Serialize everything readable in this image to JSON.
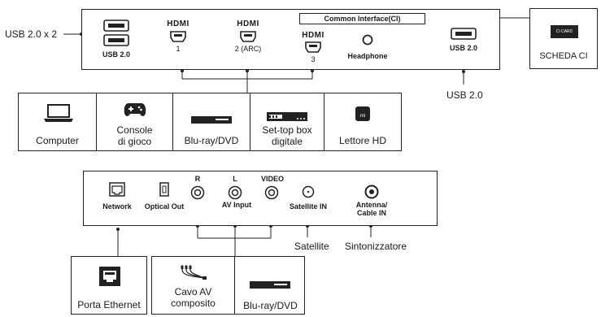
{
  "top_panel": {
    "left_usb_callout": "USB 2.0 x 2",
    "usb_left": "USB 2.0",
    "hdmi_1": "1",
    "hdmi_2": "2 (ARC)",
    "hdmi_3": "3",
    "hdmi_logo": "HDMI",
    "common_interface": "Common Interface(CI)",
    "headphone": "Headphone",
    "usb_right": "USB 2.0",
    "usb_right_callout": "USB 2.0",
    "ci_card_label": "SCHEDA CI",
    "ci_card_inner": "CI CARD"
  },
  "top_devices": [
    {
      "label": "Computer",
      "icon": "laptop-icon"
    },
    {
      "label": "Console\ndi gioco",
      "icon": "gamepad-icon"
    },
    {
      "label": "Blu-ray/DVD",
      "icon": "bluray-player-icon"
    },
    {
      "label": "Set-top box\ndigitale",
      "icon": "settop-box-icon"
    },
    {
      "label": "Lettore HD",
      "icon": "media-player-icon"
    }
  ],
  "bottom_panel": {
    "network": "Network",
    "optical_out": "Optical Out",
    "r": "R",
    "l": "L",
    "video": "VIDEO",
    "av_input": "AV Input",
    "satellite_in": "Satellite IN",
    "antenna": "Antenna/\nCable IN",
    "satellite_callout": "Satellite",
    "tuner_callout": "Sintonizzatore"
  },
  "bottom_devices": {
    "ethernet": "Porta Ethernet",
    "av_cable": "Cavo AV\ncomposito",
    "bluray": "Blu-ray/DVD"
  },
  "colors": {
    "line": "#222222",
    "background": "#ffffff"
  }
}
